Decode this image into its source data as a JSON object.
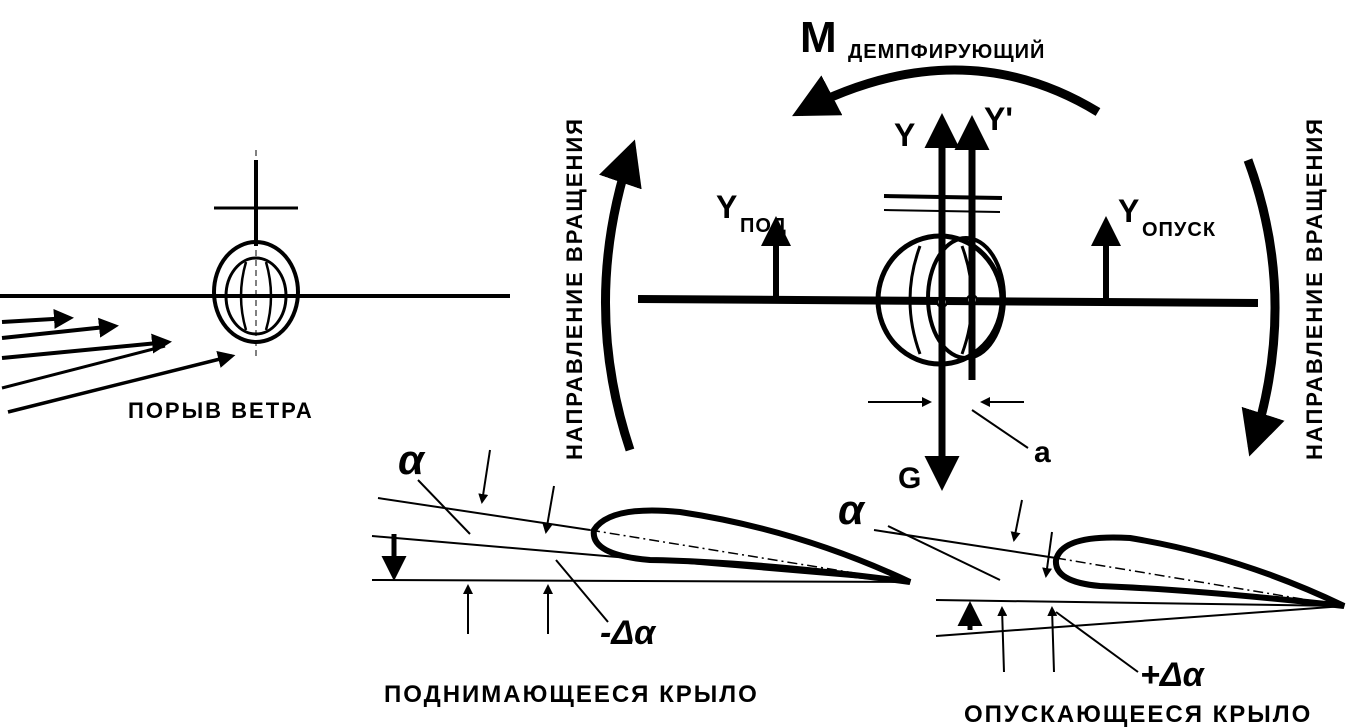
{
  "labels": {
    "damping_moment_main": "M",
    "damping_moment_sub": "ДЕМПФИРУЮЩИЙ",
    "rotation_dir_left": "НАПРАВЛЕНИЕ ВРАЩЕНИЯ",
    "rotation_dir_right": "НАПРАВЛЕНИЕ ВРАЩЕНИЯ",
    "gust": "ПОРЫВ ВЕТРА",
    "lift_y": "Y",
    "lift_y_prime": "Y'",
    "lift_rising_main": "Y",
    "lift_rising_sub": "ПОД",
    "lift_lowering_main": "Y",
    "lift_lowering_sub": "ОПУСК",
    "weight": "G",
    "offset": "a",
    "alpha_left": "α",
    "alpha_right": "α",
    "delta_alpha_minus": "-Δα",
    "delta_alpha_plus": "+Δα",
    "rising_wing": "ПОДНИМАЮЩЕЕСЯ КРЫЛО",
    "lowering_wing": "ОПУСКАЮЩЕЕСЯ КРЫЛО"
  },
  "colors": {
    "ink": "#000000",
    "background": "#ffffff"
  }
}
